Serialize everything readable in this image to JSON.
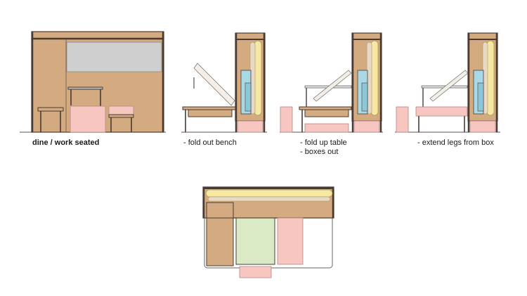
{
  "captions": {
    "seated": "dine / work seated",
    "bench": "- fold out bench",
    "table": "- fold up table",
    "boxes": "- boxes out",
    "legs": "- extend legs from box"
  },
  "colors": {
    "wood": "#d4ab80",
    "pink": "#f7c6c0",
    "blue": "#a9d9e6",
    "yellow": "#f6e8a2",
    "grey": "#cfcfcf",
    "green": "#d9eac4",
    "dark": "#4a3a32",
    "line": "#555555"
  }
}
